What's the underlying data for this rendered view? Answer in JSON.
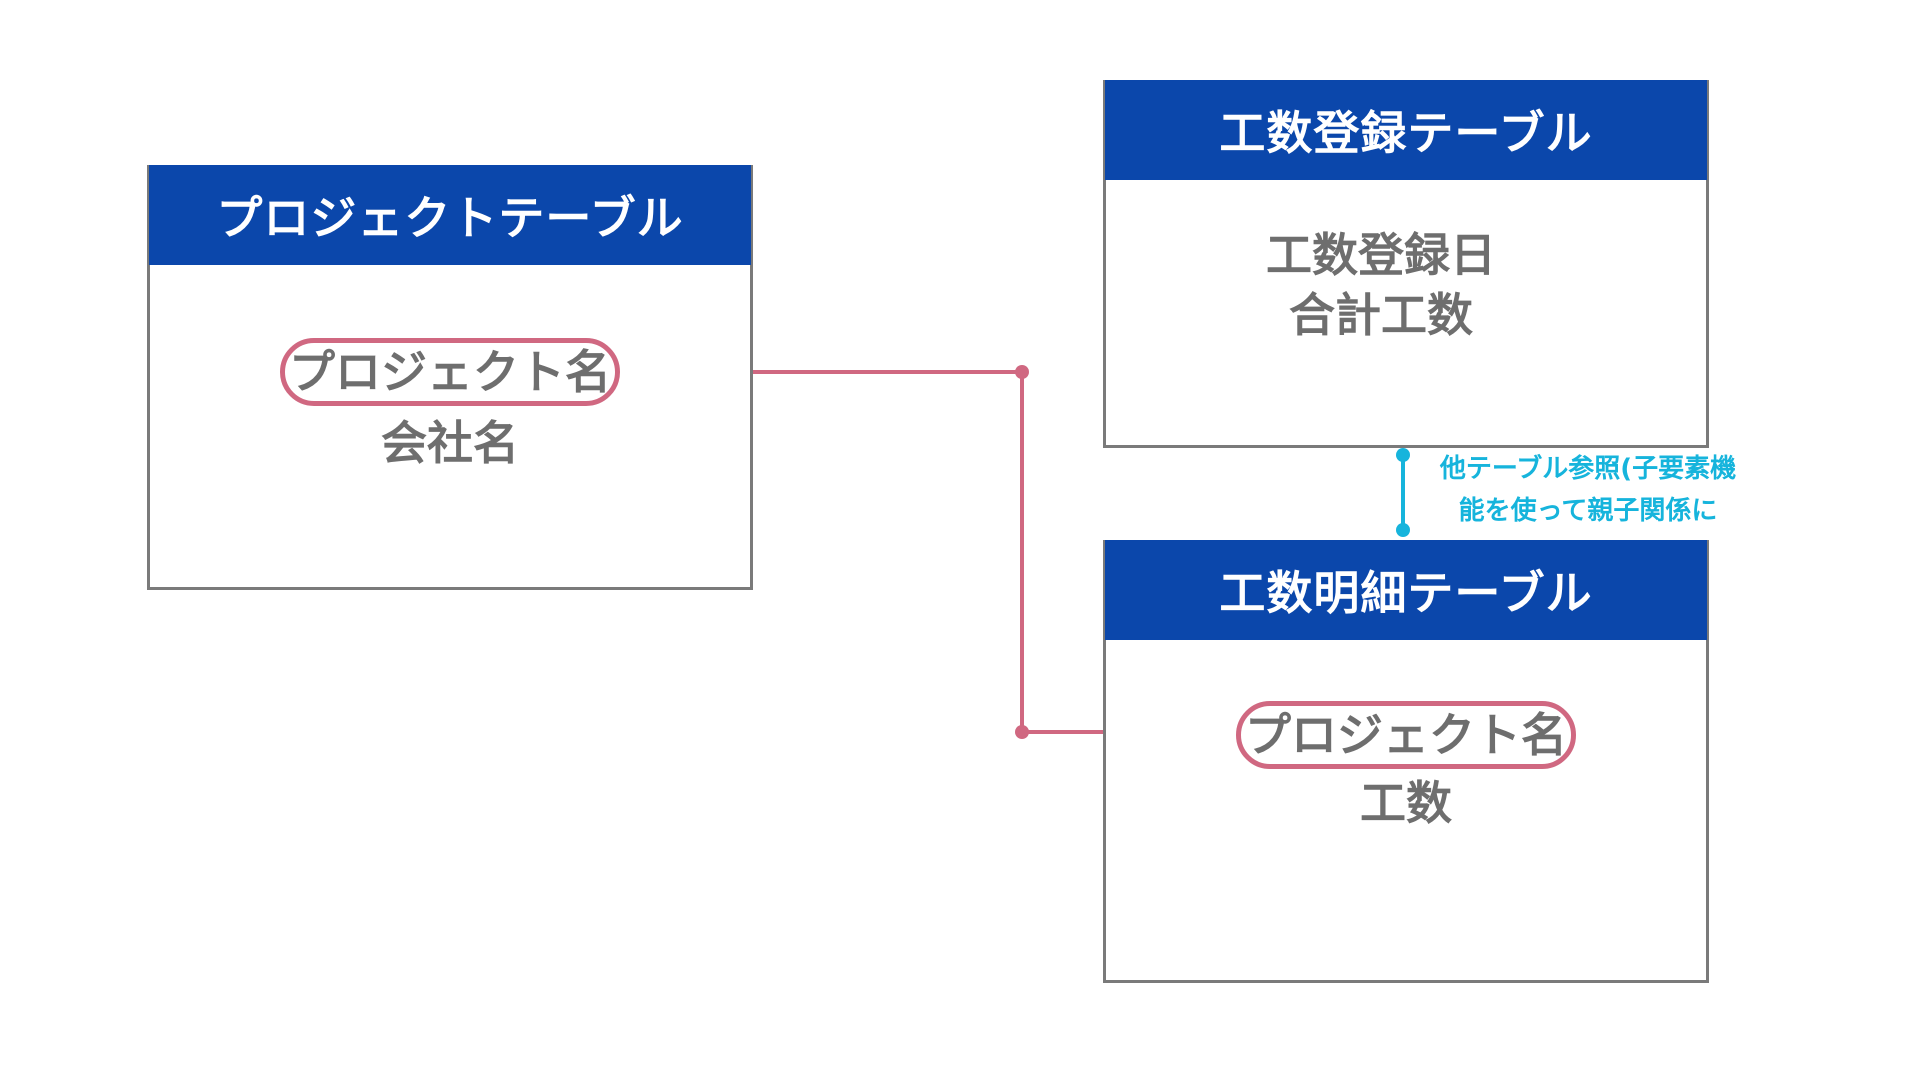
{
  "tables": {
    "project": {
      "header": "プロジェクトテーブル",
      "fields": [
        "プロジェクト名",
        "会社名"
      ]
    },
    "work_registration": {
      "header": "工数登録テーブル",
      "fields": [
        "工数登録日",
        "合計工数"
      ]
    },
    "work_detail": {
      "header": "工数明細テーブル",
      "fields": [
        "プロジェクト名",
        "工数"
      ]
    }
  },
  "relation_note": {
    "line1": "他テーブル参照(子要素機",
    "line2": "能を使って親子関係に"
  },
  "colors": {
    "header_bg": "#0b47ab",
    "key_link": "#d06881",
    "parent_child_link": "#16b4dc",
    "field_text": "#6e6e6e",
    "border": "#7a7a7a"
  }
}
